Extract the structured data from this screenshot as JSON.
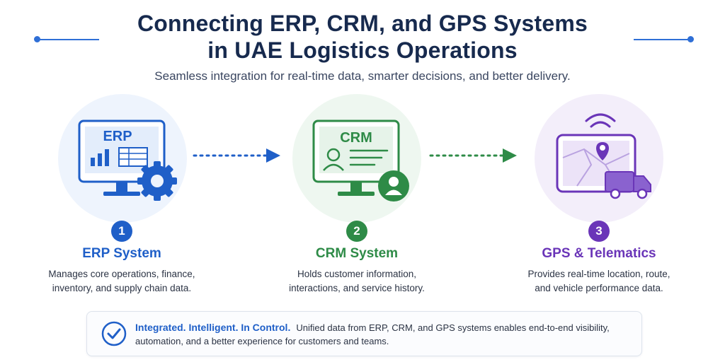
{
  "header": {
    "title_line1": "Connecting ERP, CRM, and GPS Systems",
    "title_line2": "in UAE Logistics Operations",
    "subtitle": "Seamless integration for real-time data, smarter decisions, and better delivery."
  },
  "steps": [
    {
      "number": "1",
      "icon_label": "ERP",
      "title": "ERP System",
      "desc_line1": "Manages core operations, finance,",
      "desc_line2": "inventory, and supply chain data.",
      "color": "#1f5fc8",
      "bg": "#eef4fd",
      "icon": "monitor-chart-gear-icon"
    },
    {
      "number": "2",
      "icon_label": "CRM",
      "title": "CRM System",
      "desc_line1": "Holds customer information,",
      "desc_line2": "interactions, and service history.",
      "color": "#2e8b47",
      "bg": "#eef7f0",
      "icon": "monitor-contact-card-user-icon"
    },
    {
      "number": "3",
      "title": "GPS & Telematics",
      "desc_line1": "Provides real-time location, route,",
      "desc_line2": "and vehicle performance data.",
      "color": "#6a35b8",
      "bg": "#f3eefa",
      "icon": "tablet-map-pin-truck-icon"
    }
  ],
  "footer": {
    "bold": "Integrated. Intelligent. In Control.",
    "text": "Unified data from ERP, CRM, and GPS systems enables end-to-end visibility, automation, and a better experience for customers and teams.",
    "icon": "check-circle-icon"
  }
}
